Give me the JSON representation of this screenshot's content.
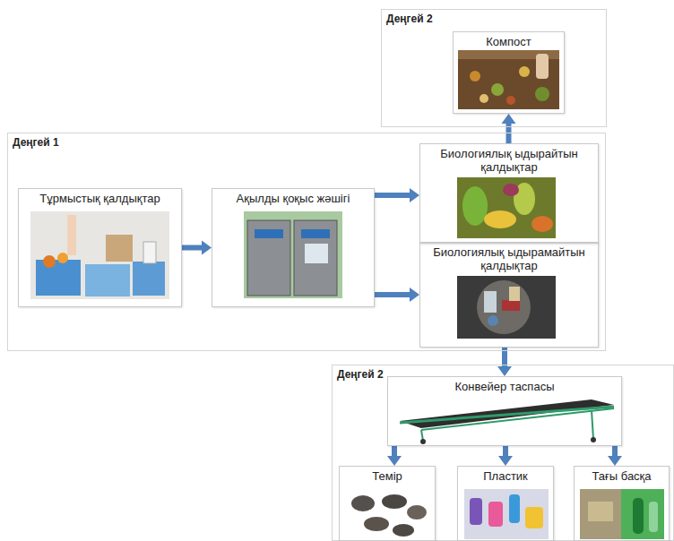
{
  "diagram": {
    "nodes": [
      {
        "text": [
          "Деңгей 2"
        ]
      },
      {
        "text": [
          "Компост"
        ],
        "in": 0
      },
      {
        "text": [
          "Деңгей 1"
        ]
      },
      {
        "text": [
          "Тұрмыстық қалдықтар"
        ],
        "in": 2
      },
      {
        "text": [
          "Ақылды қоқыс жәшігі"
        ],
        "in": 2
      },
      {
        "text": [
          "Биологиялық ыдырайтын қалдықтар"
        ],
        "in": 2
      },
      {
        "text": [
          "Биологиялық ыдырамайтын қалдықтар"
        ],
        "in": 2
      },
      {
        "text": [
          "Деңгей 2"
        ]
      },
      {
        "text": [
          "Конвейер таспасы"
        ],
        "in": 7
      },
      {
        "text": [
          "Темір"
        ],
        "in": 7
      },
      {
        "text": [
          "Пластик"
        ],
        "in": 7
      },
      {
        "text": [
          "Тағы басқа"
        ],
        "in": 7
      }
    ],
    "edges": [
      {
        "from": 3,
        "to": 4,
        "arrow": "to"
      },
      {
        "from": 4,
        "to": 5,
        "arrow": "to"
      },
      {
        "from": 4,
        "to": 6,
        "arrow": "to"
      },
      {
        "from": 5,
        "to": 1,
        "arrow": "to"
      },
      {
        "from": 6,
        "to": 8,
        "arrow": "to"
      },
      {
        "from": 8,
        "to": 9,
        "arrow": "to"
      },
      {
        "from": 8,
        "to": 10,
        "arrow": "to"
      },
      {
        "from": 8,
        "to": 11,
        "arrow": "to"
      }
    ]
  }
}
